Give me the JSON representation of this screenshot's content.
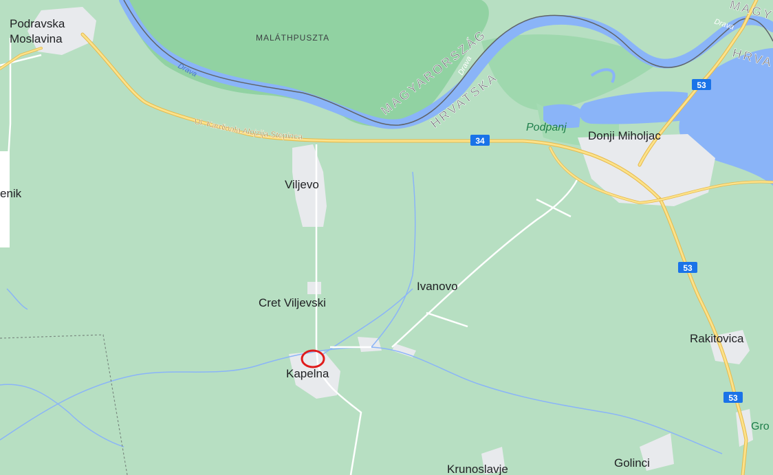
{
  "map": {
    "places": {
      "podravska_moslavina": [
        "Podravska",
        "Moslavina"
      ],
      "malathpuszta": "MALÁTHPUSZTA",
      "enik": "enik",
      "viljevo": "Viljevo",
      "cret_viljevski": "Cret Viljevski",
      "kapelna": "Kapelna",
      "ivanovo": "Ivanovo",
      "krunoslavje": "Krunoslavje",
      "golinci": "Golinci",
      "rakitovica": "Rakitovica",
      "donji_miholjac": "Donji Miholjac",
      "podpanj": "Podpanj",
      "gro": "Gro"
    },
    "borders": {
      "magyarorszag": "MAGYARORSZÁG",
      "hrvatska": "HRVATSKA",
      "magy": "MAGY",
      "hrva": "HRVA"
    },
    "rivers": {
      "drava_1": "Drava",
      "drava_2": "Drava",
      "drava_3": "Drava"
    },
    "streets": {
      "stepinca": "Ul. Kardinala Alojzija Stepinca"
    },
    "route_shields": {
      "r34": "34",
      "r53_a": "53",
      "r53_b": "53",
      "r53_c": "53"
    },
    "highlight": {
      "marker": "red-circle-marker",
      "color": "#e01b1b"
    },
    "colors": {
      "land": "#b6e0c3",
      "forest": "#8fd09f",
      "water": "#8ab4f8",
      "major_road": "#f5d57a",
      "minor_road": "#ffffff",
      "settlement": "#e8eaed",
      "shield": "#1a73e8"
    }
  }
}
